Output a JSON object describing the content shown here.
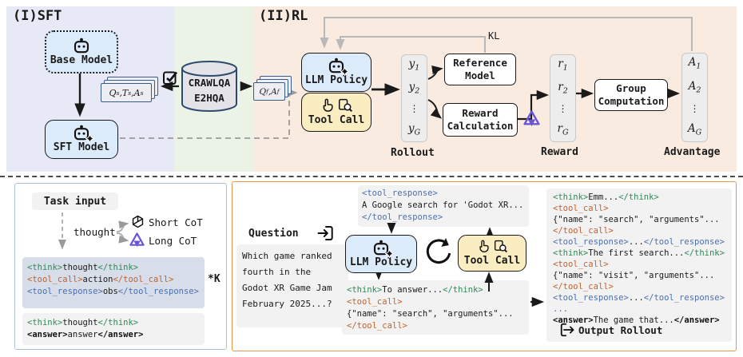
{
  "top": {
    "sft_title": "(I)SFT",
    "rl_title": "(II)RL",
    "base_model_label": "Base Model",
    "sft_model_label": "SFT Model",
    "database": {
      "line1": "CRAWLQA",
      "line2": "E2HQA"
    },
    "cards_sft": {
      "parts": [
        {
          "t": "Q",
          "sub": "s"
        },
        {
          "t": ",T",
          "sub": "s"
        },
        {
          "t": ",A",
          "sub": "s"
        }
      ]
    },
    "cards_rl": {
      "parts": [
        {
          "t": "Q",
          "sub": "f"
        },
        {
          "t": ",A",
          "sub": "f"
        }
      ]
    },
    "llm_policy_label": "LLM Policy",
    "tool_call_label": "Tool Call",
    "rollout_caption": "Rollout",
    "reward_caption": "Reward",
    "advantage_caption": "Advantage",
    "kl_label": "KL",
    "reference_model": {
      "line1": "Reference",
      "line2": "Model"
    },
    "reward_calculation": {
      "line1": "Reward",
      "line2": "Calculation"
    },
    "group_computation": {
      "line1": "Group",
      "line2": "Computation"
    },
    "y_column": [
      {
        "t": "y",
        "sub": "1"
      },
      {
        "t": "y",
        "sub": "2"
      },
      {
        "t": "⋮"
      },
      {
        "t": "y",
        "sub": "G"
      }
    ],
    "r_column": [
      {
        "t": "r",
        "sub": "1"
      },
      {
        "t": "r",
        "sub": "2"
      },
      {
        "t": "⋮"
      },
      {
        "t": "r",
        "sub": "G"
      }
    ],
    "a_column": [
      {
        "t": "A",
        "sub": "1"
      },
      {
        "t": "A",
        "sub": "2"
      },
      {
        "t": "⋮"
      },
      {
        "t": "A",
        "sub": "G"
      }
    ]
  },
  "left_panel": {
    "task_input_label": "Task input",
    "thought_label": "thought",
    "short_cot_label": "Short CoT",
    "long_cot_label": "Long CoT",
    "repeat_label": "*K",
    "loop_block": {
      "lines": [
        [
          {
            "c": "g",
            "t": "<think>"
          },
          {
            "c": "k",
            "t": "thought"
          },
          {
            "c": "g",
            "t": "</think>"
          }
        ],
        [
          {
            "c": "o",
            "t": "<tool_call>"
          },
          {
            "c": "k",
            "t": "action"
          },
          {
            "c": "o",
            "t": "</tool_call>"
          }
        ],
        [
          {
            "c": "b",
            "t": "<tool_response>"
          },
          {
            "c": "k",
            "t": "obs"
          },
          {
            "c": "b",
            "t": "</tool_response>"
          }
        ]
      ]
    },
    "final_block": {
      "lines": [
        [
          {
            "c": "g",
            "t": "<think>"
          },
          {
            "c": "k",
            "t": "thought"
          },
          {
            "c": "g",
            "t": "</think>"
          }
        ],
        [
          {
            "c": "kb",
            "t": "<answer>"
          },
          {
            "c": "k",
            "t": "answer"
          },
          {
            "c": "kb",
            "t": "</answer>"
          }
        ]
      ]
    }
  },
  "right_panel": {
    "question_label": "Question",
    "question_lines": [
      "Which game ranked",
      "fourth in the",
      "Godot XR Game Jam",
      "February 2025...?"
    ],
    "llm_policy_label": "LLM Policy",
    "tool_call_label": "Tool Call",
    "output_rollout_label": "Output Rollout",
    "tool_response_block": {
      "lines": [
        [
          {
            "c": "b",
            "t": "<tool_response>"
          }
        ],
        [
          {
            "c": "k",
            "t": "A Google search for 'Godot XR..."
          }
        ],
        [
          {
            "c": "b",
            "t": "</tool_response>"
          }
        ]
      ]
    },
    "think_block": {
      "lines": [
        [
          {
            "c": "g",
            "t": "<think>"
          },
          {
            "c": "k",
            "t": "To answer..."
          },
          {
            "c": "g",
            "t": "</think>"
          }
        ],
        [
          {
            "c": "o",
            "t": "<tool_call>"
          }
        ],
        [
          {
            "c": "k",
            "t": "{\"name\": \"search\", \"arguments\"..."
          }
        ],
        [
          {
            "c": "o",
            "t": "</tool_call>"
          }
        ]
      ]
    },
    "rollout_block": {
      "lines": [
        [
          {
            "c": "g",
            "t": "<think>"
          },
          {
            "c": "k",
            "t": "Emm..."
          },
          {
            "c": "g",
            "t": "</think>"
          }
        ],
        [
          {
            "c": "o",
            "t": "<tool_call>"
          }
        ],
        [
          {
            "c": "k",
            "t": "{\"name\": \"search\", \"arguments\"..."
          }
        ],
        [
          {
            "c": "o",
            "t": "</tool_call>"
          }
        ],
        [
          {
            "c": "b",
            "t": "<tool_response>"
          },
          {
            "c": "k",
            "t": "..."
          },
          {
            "c": "b",
            "t": "</tool_response>"
          }
        ],
        [
          {
            "c": "g",
            "t": "<think>"
          },
          {
            "c": "k",
            "t": "The first search..."
          },
          {
            "c": "g",
            "t": "</think>"
          }
        ],
        [
          {
            "c": "o",
            "t": "<tool_call>"
          }
        ],
        [
          {
            "c": "k",
            "t": "{\"name\": \"visit\", \"arguments\"..."
          }
        ],
        [
          {
            "c": "o",
            "t": "</tool_call>"
          }
        ],
        [
          {
            "c": "b",
            "t": "<tool_response>"
          },
          {
            "c": "k",
            "t": "..."
          },
          {
            "c": "b",
            "t": "</tool_response>"
          }
        ],
        [
          {
            "c": "b",
            "t": "..."
          }
        ],
        [
          {
            "c": "kb",
            "t": "<answer>"
          },
          {
            "c": "k",
            "t": "The game that..."
          },
          {
            "c": "kb",
            "t": "</answer>"
          }
        ]
      ]
    }
  },
  "icons": {
    "robot": "robot-icon",
    "sparkle": "sparkle-icon",
    "checkbox": "checkbox-icon",
    "hand": "hand-pointer-icon",
    "magnifier": "magnifier-doc-icon",
    "openai": "openai-icon",
    "qwen": "qwen-icon",
    "loop": "loop-arrow-icon",
    "import": "import-arrow-icon",
    "export": "export-arrow-icon",
    "database": "database-icon"
  },
  "colors": {
    "sft_bg": "#E7EAF6",
    "mid_bg": "#EAF3E6",
    "rl_bg": "#FAEBE0",
    "model_fill": "#DCEBFA",
    "tool_fill": "#FAEDC2",
    "tag_think": "#2E8B57",
    "tag_tool_call": "#C2612F",
    "tag_tool_response": "#4A6FB1",
    "panel_left_border": "#A9C3E4",
    "panel_right_border": "#E8964F",
    "highlight_block": "#D8DEE9",
    "gray_block": "#F2F2F2",
    "qwen_purple": "#6A54D9"
  }
}
